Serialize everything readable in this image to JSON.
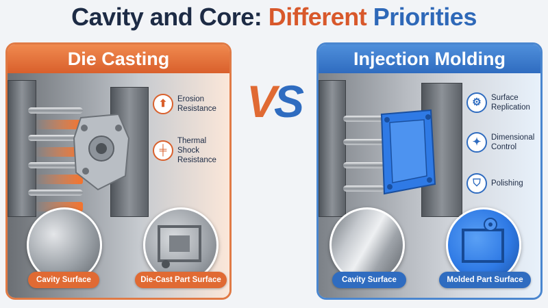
{
  "title": {
    "part1": "Cavity and Core:",
    "part2": "Different",
    "part3": "Priorities"
  },
  "vs": {
    "v": "V",
    "s": "S"
  },
  "left": {
    "header": "Die Casting",
    "features": [
      {
        "icon": "arrow-up-icon",
        "glyph": "⬆",
        "line1": "Erosion",
        "line2": "Resistance"
      },
      {
        "icon": "dumbbell-icon",
        "glyph": "╪",
        "line1": "Thermal Shock",
        "line2": "Resistance"
      }
    ],
    "labels": {
      "cavity": "Cavity Surface",
      "part": "Die-Cast Part Surface"
    }
  },
  "right": {
    "header": "Injection Molding",
    "features": [
      {
        "icon": "gear-icon",
        "glyph": "⚙",
        "line1": "Surface",
        "line2": "Replication"
      },
      {
        "icon": "sparkle-icon",
        "glyph": "✦",
        "line1": "Dimensional",
        "line2": "Control"
      },
      {
        "icon": "shield-icon",
        "glyph": "⛉",
        "line1": "Polishing",
        "line2": ""
      }
    ],
    "labels": {
      "cavity": "Cavity Surface",
      "part": "Molded Part Surface"
    }
  },
  "colors": {
    "navy": "#1d2b45",
    "orange": "#d8582b",
    "blue": "#2e68b8"
  }
}
